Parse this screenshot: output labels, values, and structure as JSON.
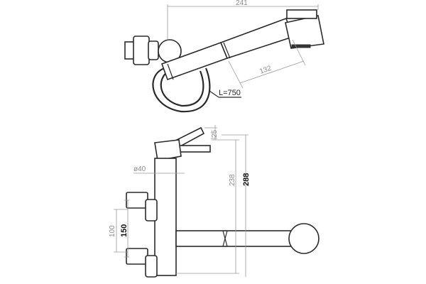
{
  "top_view": {
    "dim_width": "241",
    "dim_spout": "132",
    "hose_length": "L=750"
  },
  "side_view": {
    "dim_angle": "25",
    "dim_diameter": "ø40",
    "dim_height_inner": "238",
    "dim_height_total": "288",
    "dim_spacing_min": "100",
    "dim_spacing_max": "150"
  }
}
